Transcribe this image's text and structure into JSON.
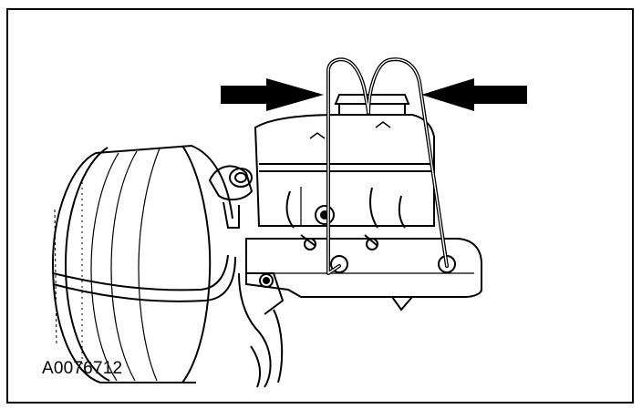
{
  "figure": {
    "id_label": "A0076712"
  },
  "colors": {
    "line": "#000000",
    "background": "#ffffff"
  },
  "parts": {
    "brake_booster": "booster-shape",
    "master_cylinder_reservoir": "reservoir-shape",
    "master_cylinder_body": "master-cylinder-shape",
    "bleeder_tubes": "bleeder-tube-shape",
    "callout_arrows": "arrow-shape"
  }
}
